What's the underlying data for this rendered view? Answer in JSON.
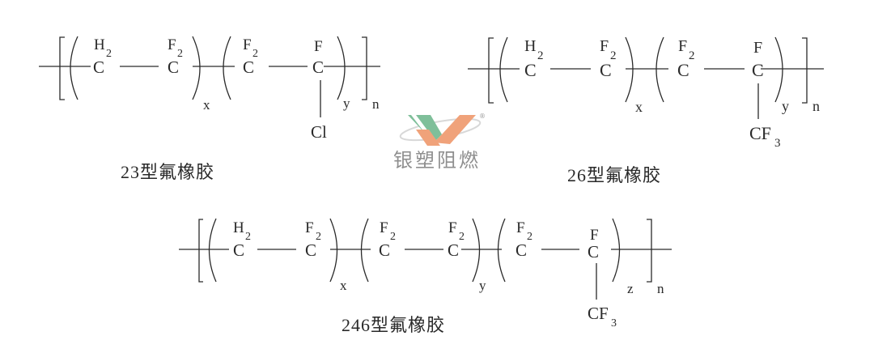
{
  "figure": {
    "structures": [
      {
        "id": "23",
        "label": "23型氟橡胶",
        "units": [
          {
            "atoms": [
              {
                "sym": "C",
                "sub_top": "H",
                "sub_num": "2"
              },
              {
                "sym": "C",
                "sub_top": "F",
                "sub_num": "2"
              }
            ],
            "subscript": "x"
          },
          {
            "atoms": [
              {
                "sym": "C",
                "sub_top": "F",
                "sub_num": "2"
              },
              {
                "sym": "C",
                "sub_top": "F",
                "sub_num": "",
                "pendant": "Cl"
              }
            ],
            "subscript": "y"
          }
        ],
        "repeat": "n"
      },
      {
        "id": "26",
        "label": "26型氟橡胶",
        "units": [
          {
            "atoms": [
              {
                "sym": "C",
                "sub_top": "H",
                "sub_num": "2"
              },
              {
                "sym": "C",
                "sub_top": "F",
                "sub_num": "2"
              }
            ],
            "subscript": "x"
          },
          {
            "atoms": [
              {
                "sym": "C",
                "sub_top": "F",
                "sub_num": "2"
              },
              {
                "sym": "C",
                "sub_top": "F",
                "sub_num": "",
                "pendant": "CF3"
              }
            ],
            "subscript": "y"
          }
        ],
        "repeat": "n"
      },
      {
        "id": "246",
        "label": "246型氟橡胶",
        "units": [
          {
            "atoms": [
              {
                "sym": "C",
                "sub_top": "H",
                "sub_num": "2"
              },
              {
                "sym": "C",
                "sub_top": "F",
                "sub_num": "2"
              }
            ],
            "subscript": "x"
          },
          {
            "atoms": [
              {
                "sym": "C",
                "sub_top": "F",
                "sub_num": "2"
              },
              {
                "sym": "C",
                "sub_top": "F",
                "sub_num": "2"
              }
            ],
            "subscript": "y"
          },
          {
            "atoms": [
              {
                "sym": "C",
                "sub_top": "F",
                "sub_num": "2"
              },
              {
                "sym": "C",
                "sub_top": "F",
                "sub_num": "",
                "pendant": "CF3"
              }
            ],
            "subscript": "z"
          }
        ],
        "repeat": "n"
      }
    ],
    "text": {
      "s1": {
        "h2": "H",
        "two": "2",
        "f2": "F",
        "f": "F",
        "c": "C",
        "x": "x",
        "y": "y",
        "n": "n",
        "cl": "Cl"
      },
      "s2": {
        "h2": "H",
        "two": "2",
        "f2": "F",
        "f": "F",
        "c": "C",
        "x": "x",
        "y": "y",
        "n": "n",
        "cf": "CF",
        "three": "3"
      },
      "s3": {
        "h2": "H",
        "two": "2",
        "f2": "F",
        "f": "F",
        "c": "C",
        "x": "x",
        "y": "y",
        "z": "z",
        "n": "n",
        "cf": "CF",
        "three": "3"
      }
    },
    "labels": {
      "s1": "23型氟橡胶",
      "s2": "26型氟橡胶",
      "s3": "246型氟橡胶"
    }
  },
  "watermark": {
    "text": "银塑阻燃",
    "registered": "®",
    "colors": {
      "green": "#7fbf9a",
      "orange": "#f0a27a",
      "grey": "#9a9a9a"
    }
  }
}
